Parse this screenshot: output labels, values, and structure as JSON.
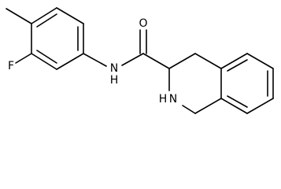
{
  "molecule": {
    "atoms": {
      "fluorine": "F",
      "amide_oxygen": "O",
      "amide_nitrogen": "N",
      "amide_hydrogen": "H",
      "ring_nitrogen": "N",
      "ring_hydrogen": "H"
    }
  }
}
